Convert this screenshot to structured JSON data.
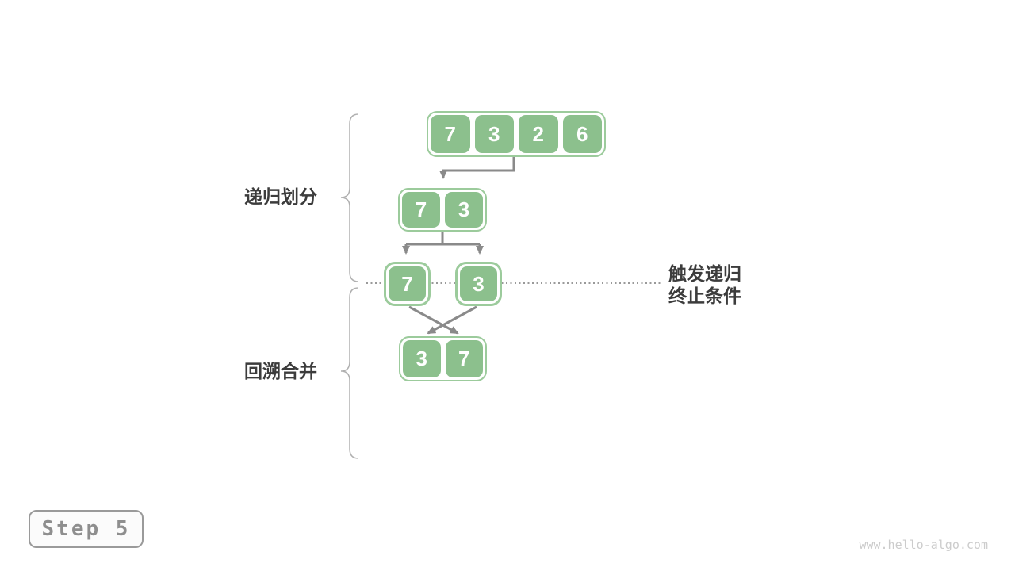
{
  "diagram": {
    "rows": {
      "row1": {
        "values": [
          "7",
          "3",
          "2",
          "6"
        ]
      },
      "row2": {
        "values": [
          "7",
          "3"
        ]
      },
      "row3_left": {
        "values": [
          "7"
        ]
      },
      "row3_right": {
        "values": [
          "3"
        ]
      },
      "row4": {
        "values": [
          "3",
          "7"
        ]
      }
    },
    "labels": {
      "divide": "递归划分",
      "merge": "回溯合并",
      "terminate_line1": "触发递归",
      "terminate_line2": "终止条件"
    }
  },
  "footer": {
    "step_label": "Step 5",
    "watermark": "www.hello-algo.com"
  },
  "colors": {
    "cell_fill": "#8CC08D",
    "container_border": "#9CCB9C",
    "number_text": "#FFFFFF",
    "arrow": "#8A8A8A",
    "dotted_line": "#9A9A9A",
    "brace": "#B0B0B0",
    "label_text": "#3C3C3C",
    "step_text": "#8E8E8E",
    "step_border": "#9A9A9A",
    "watermark_text": "#CCCCCC"
  }
}
